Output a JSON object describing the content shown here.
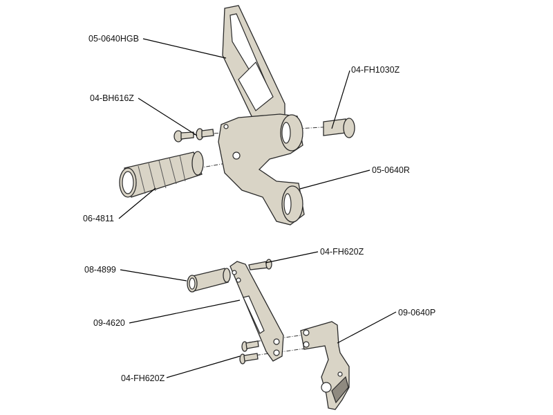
{
  "diagram": {
    "callouts": [
      {
        "id": "lever",
        "label": "05-0640HGB"
      },
      {
        "id": "pivot_bolt",
        "label": "04-FH1030Z"
      },
      {
        "id": "button_screws",
        "label": "04-BH616Z"
      },
      {
        "id": "rearset_plate",
        "label": "05-0640R"
      },
      {
        "id": "footpeg",
        "label": "06-4811"
      },
      {
        "id": "link_bolt_top",
        "label": "04-FH620Z"
      },
      {
        "id": "spacer",
        "label": "08-4899"
      },
      {
        "id": "link_arm",
        "label": "09-4620"
      },
      {
        "id": "pivot_bracket",
        "label": "09-0640P"
      },
      {
        "id": "link_bolts_bottom",
        "label": "04-FH620Z"
      }
    ]
  }
}
